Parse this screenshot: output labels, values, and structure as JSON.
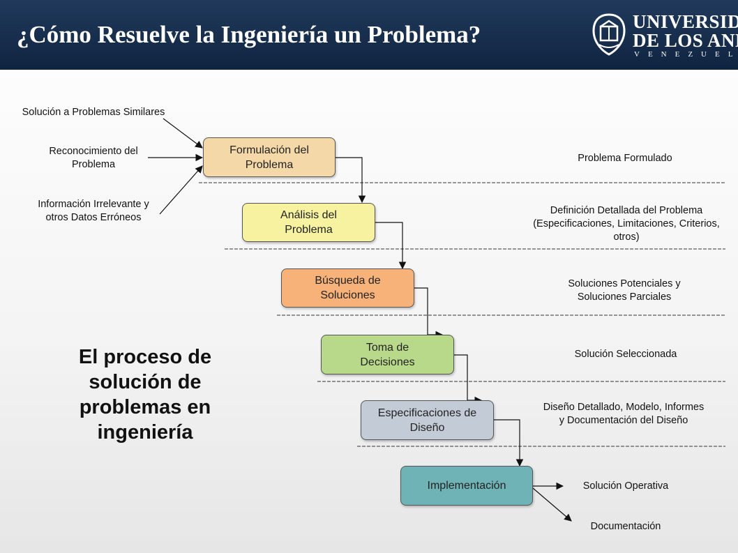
{
  "header": {
    "title": "¿Cómo Resuelve la Ingeniería un Problema?",
    "logo": {
      "line1": "UNIVERSIDAD",
      "line2": "DE LOS ANDES",
      "line3": "VENEZUELA"
    }
  },
  "inputs": [
    "Solución a Problemas Similares",
    "Reconocimiento del Problema",
    "Información Irrelevante y otros Datos Erróneos"
  ],
  "steps": [
    {
      "label": "Formulación del Problema",
      "color": "#f5d8a8"
    },
    {
      "label": "Análisis del Problema",
      "color": "#f6f2a0"
    },
    {
      "label": "Búsqueda de Soluciones",
      "color": "#f7b27a"
    },
    {
      "label": "Toma de Decisiones",
      "color": "#b9d98a"
    },
    {
      "label": "Especificaciones de Diseño",
      "color": "#c3cbd6"
    },
    {
      "label": "Implementación",
      "color": "#6fb3b7"
    }
  ],
  "outcomes": [
    "Problema Formulado",
    "Definición Detallada del Problema (Especificaciones, Limitaciones, Criterios, otros)",
    "Soluciones Potenciales y Soluciones Parciales",
    "Solución Seleccionada",
    "Diseño Detallado, Modelo, Informes y Documentación del Diseño"
  ],
  "final_outputs": [
    "Solución Operativa",
    "Documentación"
  ],
  "caption": "El proceso de solución de problemas en ingeniería"
}
